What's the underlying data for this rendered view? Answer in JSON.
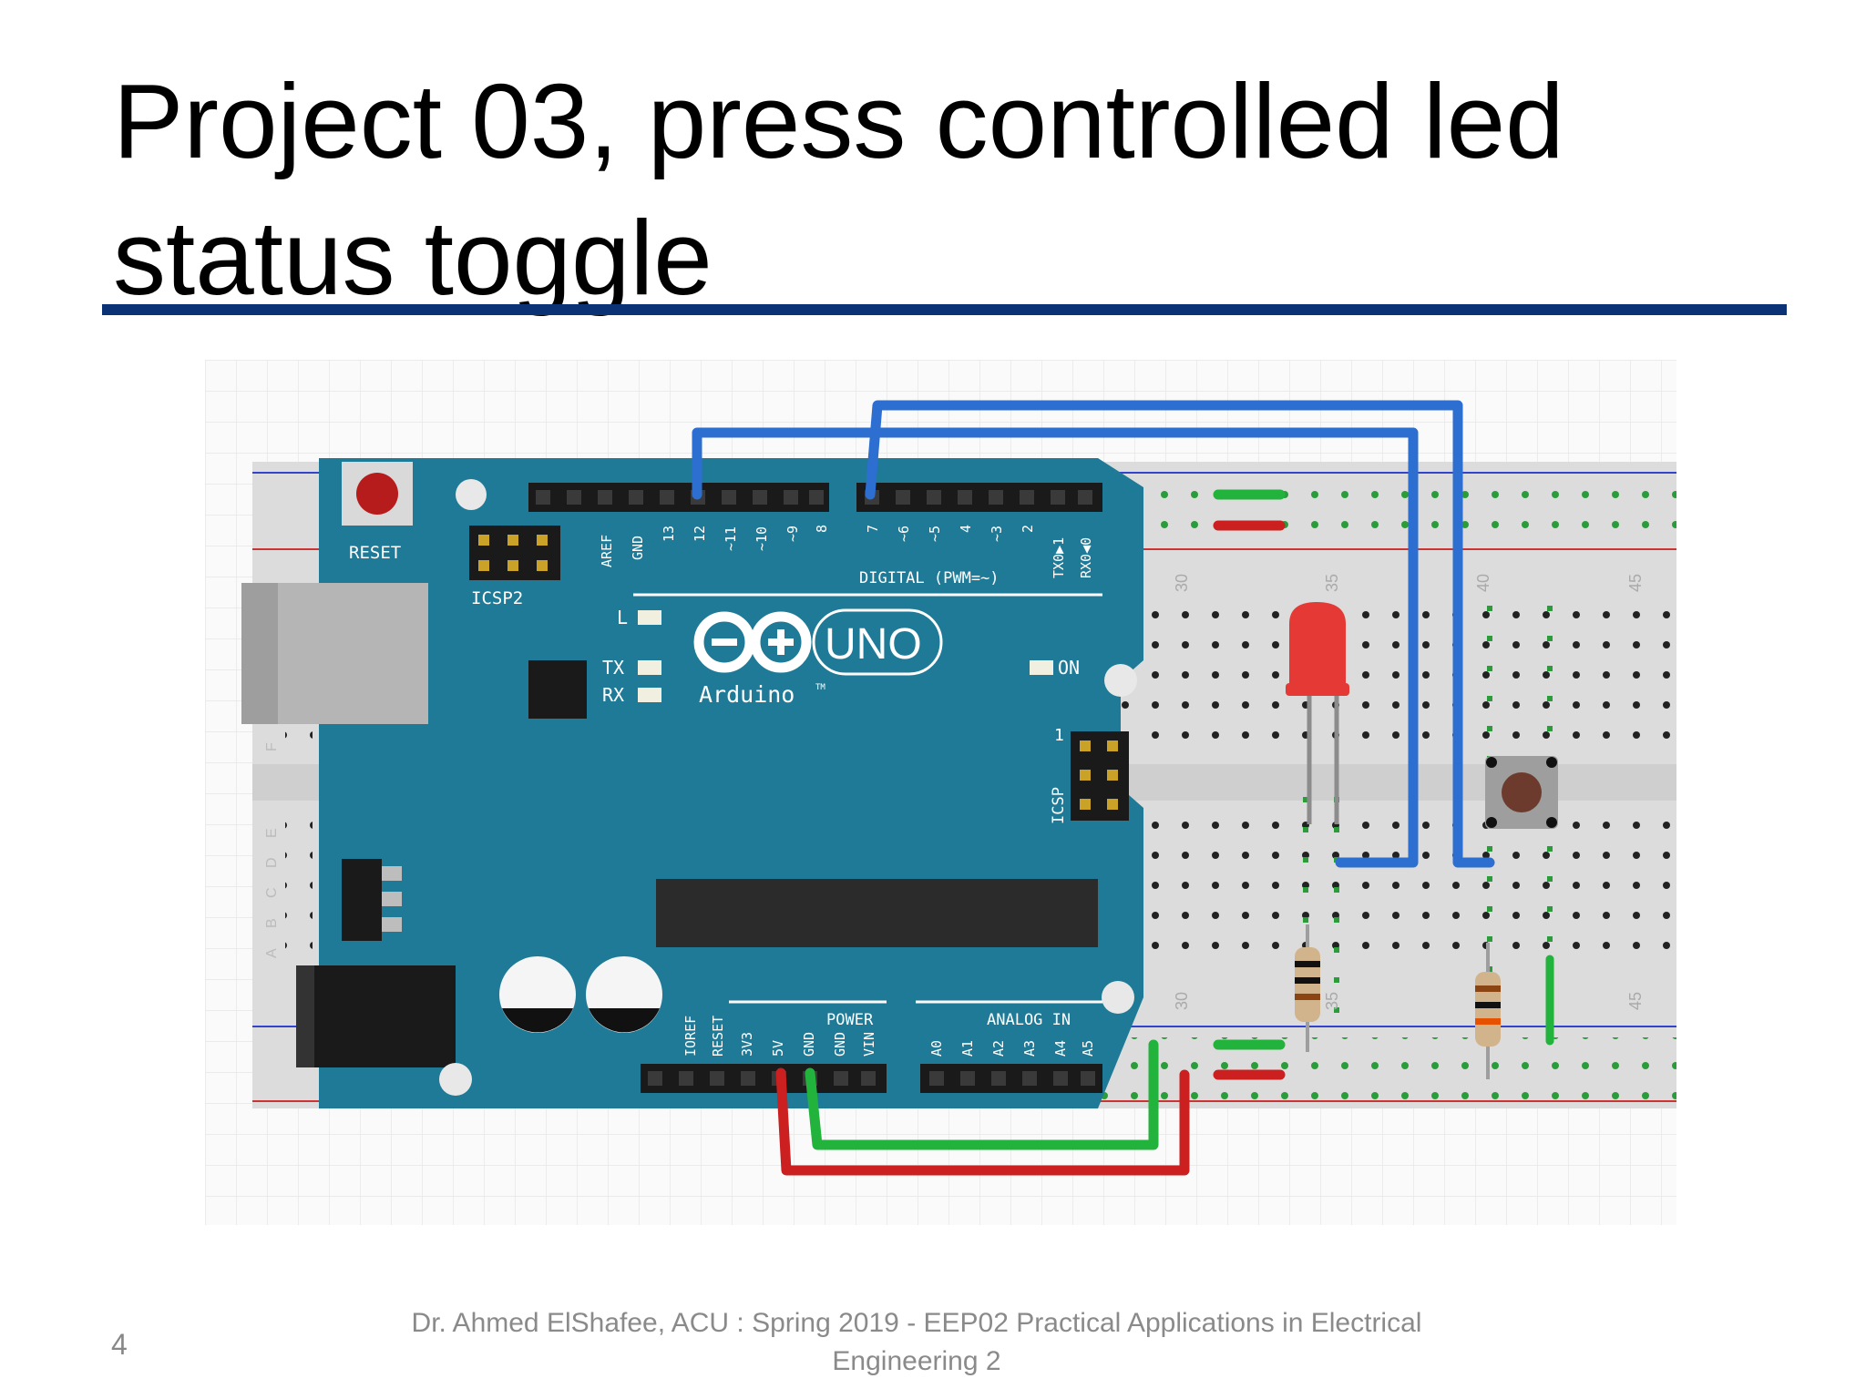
{
  "slide": {
    "title_line1": "Project 03, press controlled led",
    "title_line2": "status toggle",
    "page_number": "4",
    "footer_line1": "Dr. Ahmed ElShafee, ACU : Spring  2019 - EEP02 Practical Applications in Electrical",
    "footer_line2": "Engineering 2"
  },
  "colors": {
    "title_rule": "#0b3275",
    "board": "#1e7a96",
    "wire_signal": "#2d6fd1",
    "wire_ground": "#22b33c",
    "wire_power": "#cc1f1f",
    "led": "#e53935"
  },
  "board": {
    "reset": "RESET",
    "icsp2": "ICSP2",
    "icsp": "ICSP",
    "icsp_pin1": "1",
    "top_header_left": [
      "AREF",
      "GND",
      "13",
      "12",
      "~11",
      "~10",
      "~9",
      "8"
    ],
    "top_header_right": [
      "7",
      "~6",
      "~5",
      "4",
      "~3",
      "2",
      "TX0▶1",
      "RX0◀0"
    ],
    "digital_label": "DIGITAL (PWM=~)",
    "led_l": "L",
    "led_tx": "TX",
    "led_rx": "RX",
    "on_label": "ON",
    "uno": "UNO",
    "brand": "Arduino",
    "tm": "TM",
    "power_label": "POWER",
    "analog_label": "ANALOG IN",
    "power_pins": [
      "IOREF",
      "RESET",
      "3V3",
      "5V",
      "GND",
      "GND",
      "VIN"
    ],
    "analog_pins": [
      "A0",
      "A1",
      "A2",
      "A3",
      "A4",
      "A5"
    ]
  },
  "breadboard": {
    "column_labels": [
      "30",
      "35",
      "40",
      "45"
    ],
    "row_labels_left": [
      "F",
      "E",
      "D",
      "C",
      "B",
      "A"
    ]
  }
}
